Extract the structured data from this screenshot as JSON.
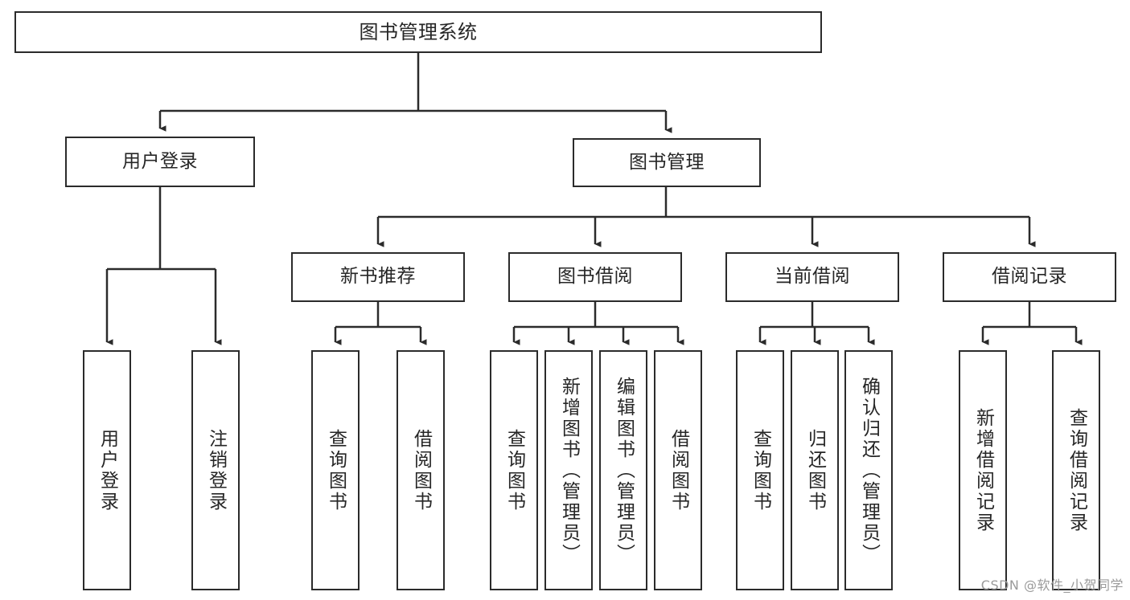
{
  "diagram": {
    "title": "图书管理系统",
    "type": "tree-hierarchy-diagram",
    "watermark": "CSDN @软件_小贺同学",
    "colors": {
      "stroke": "#2b2b2b",
      "fill": "#ffffff",
      "text": "#262626",
      "watermark": "#9a9a9a"
    },
    "nodes": {
      "root": {
        "label": "图书管理系统"
      },
      "level1": [
        {
          "id": "user-login",
          "label": "用户登录"
        },
        {
          "id": "book-management",
          "label": "图书管理"
        }
      ],
      "level2": [
        {
          "id": "new-book-recommend",
          "label": "新书推荐"
        },
        {
          "id": "book-borrow",
          "label": "图书借阅"
        },
        {
          "id": "current-borrow",
          "label": "当前借阅"
        },
        {
          "id": "borrow-record",
          "label": "借阅记录"
        }
      ],
      "leaves": {
        "user-login": [
          {
            "id": "leaf-user-login",
            "label": "用户登录"
          },
          {
            "id": "leaf-logout",
            "label": "注销登录"
          }
        ],
        "new-book-recommend": [
          {
            "id": "leaf-query-book-1",
            "label": "查询图书"
          },
          {
            "id": "leaf-borrow-book-1",
            "label": "借阅图书"
          }
        ],
        "book-borrow": [
          {
            "id": "leaf-query-book-2",
            "label": "查询图书"
          },
          {
            "id": "leaf-add-book",
            "label": "新增图书（管理员）"
          },
          {
            "id": "leaf-edit-book",
            "label": "编辑图书（管理员）"
          },
          {
            "id": "leaf-borrow-book-2",
            "label": "借阅图书"
          }
        ],
        "current-borrow": [
          {
            "id": "leaf-query-book-3",
            "label": "查询图书"
          },
          {
            "id": "leaf-return-book",
            "label": "归还图书"
          },
          {
            "id": "leaf-confirm-return",
            "label": "确认归还（管理员）"
          }
        ],
        "borrow-record": [
          {
            "id": "leaf-add-record",
            "label": "新增借阅记录"
          },
          {
            "id": "leaf-query-record",
            "label": "查询借阅记录"
          }
        ]
      }
    }
  }
}
